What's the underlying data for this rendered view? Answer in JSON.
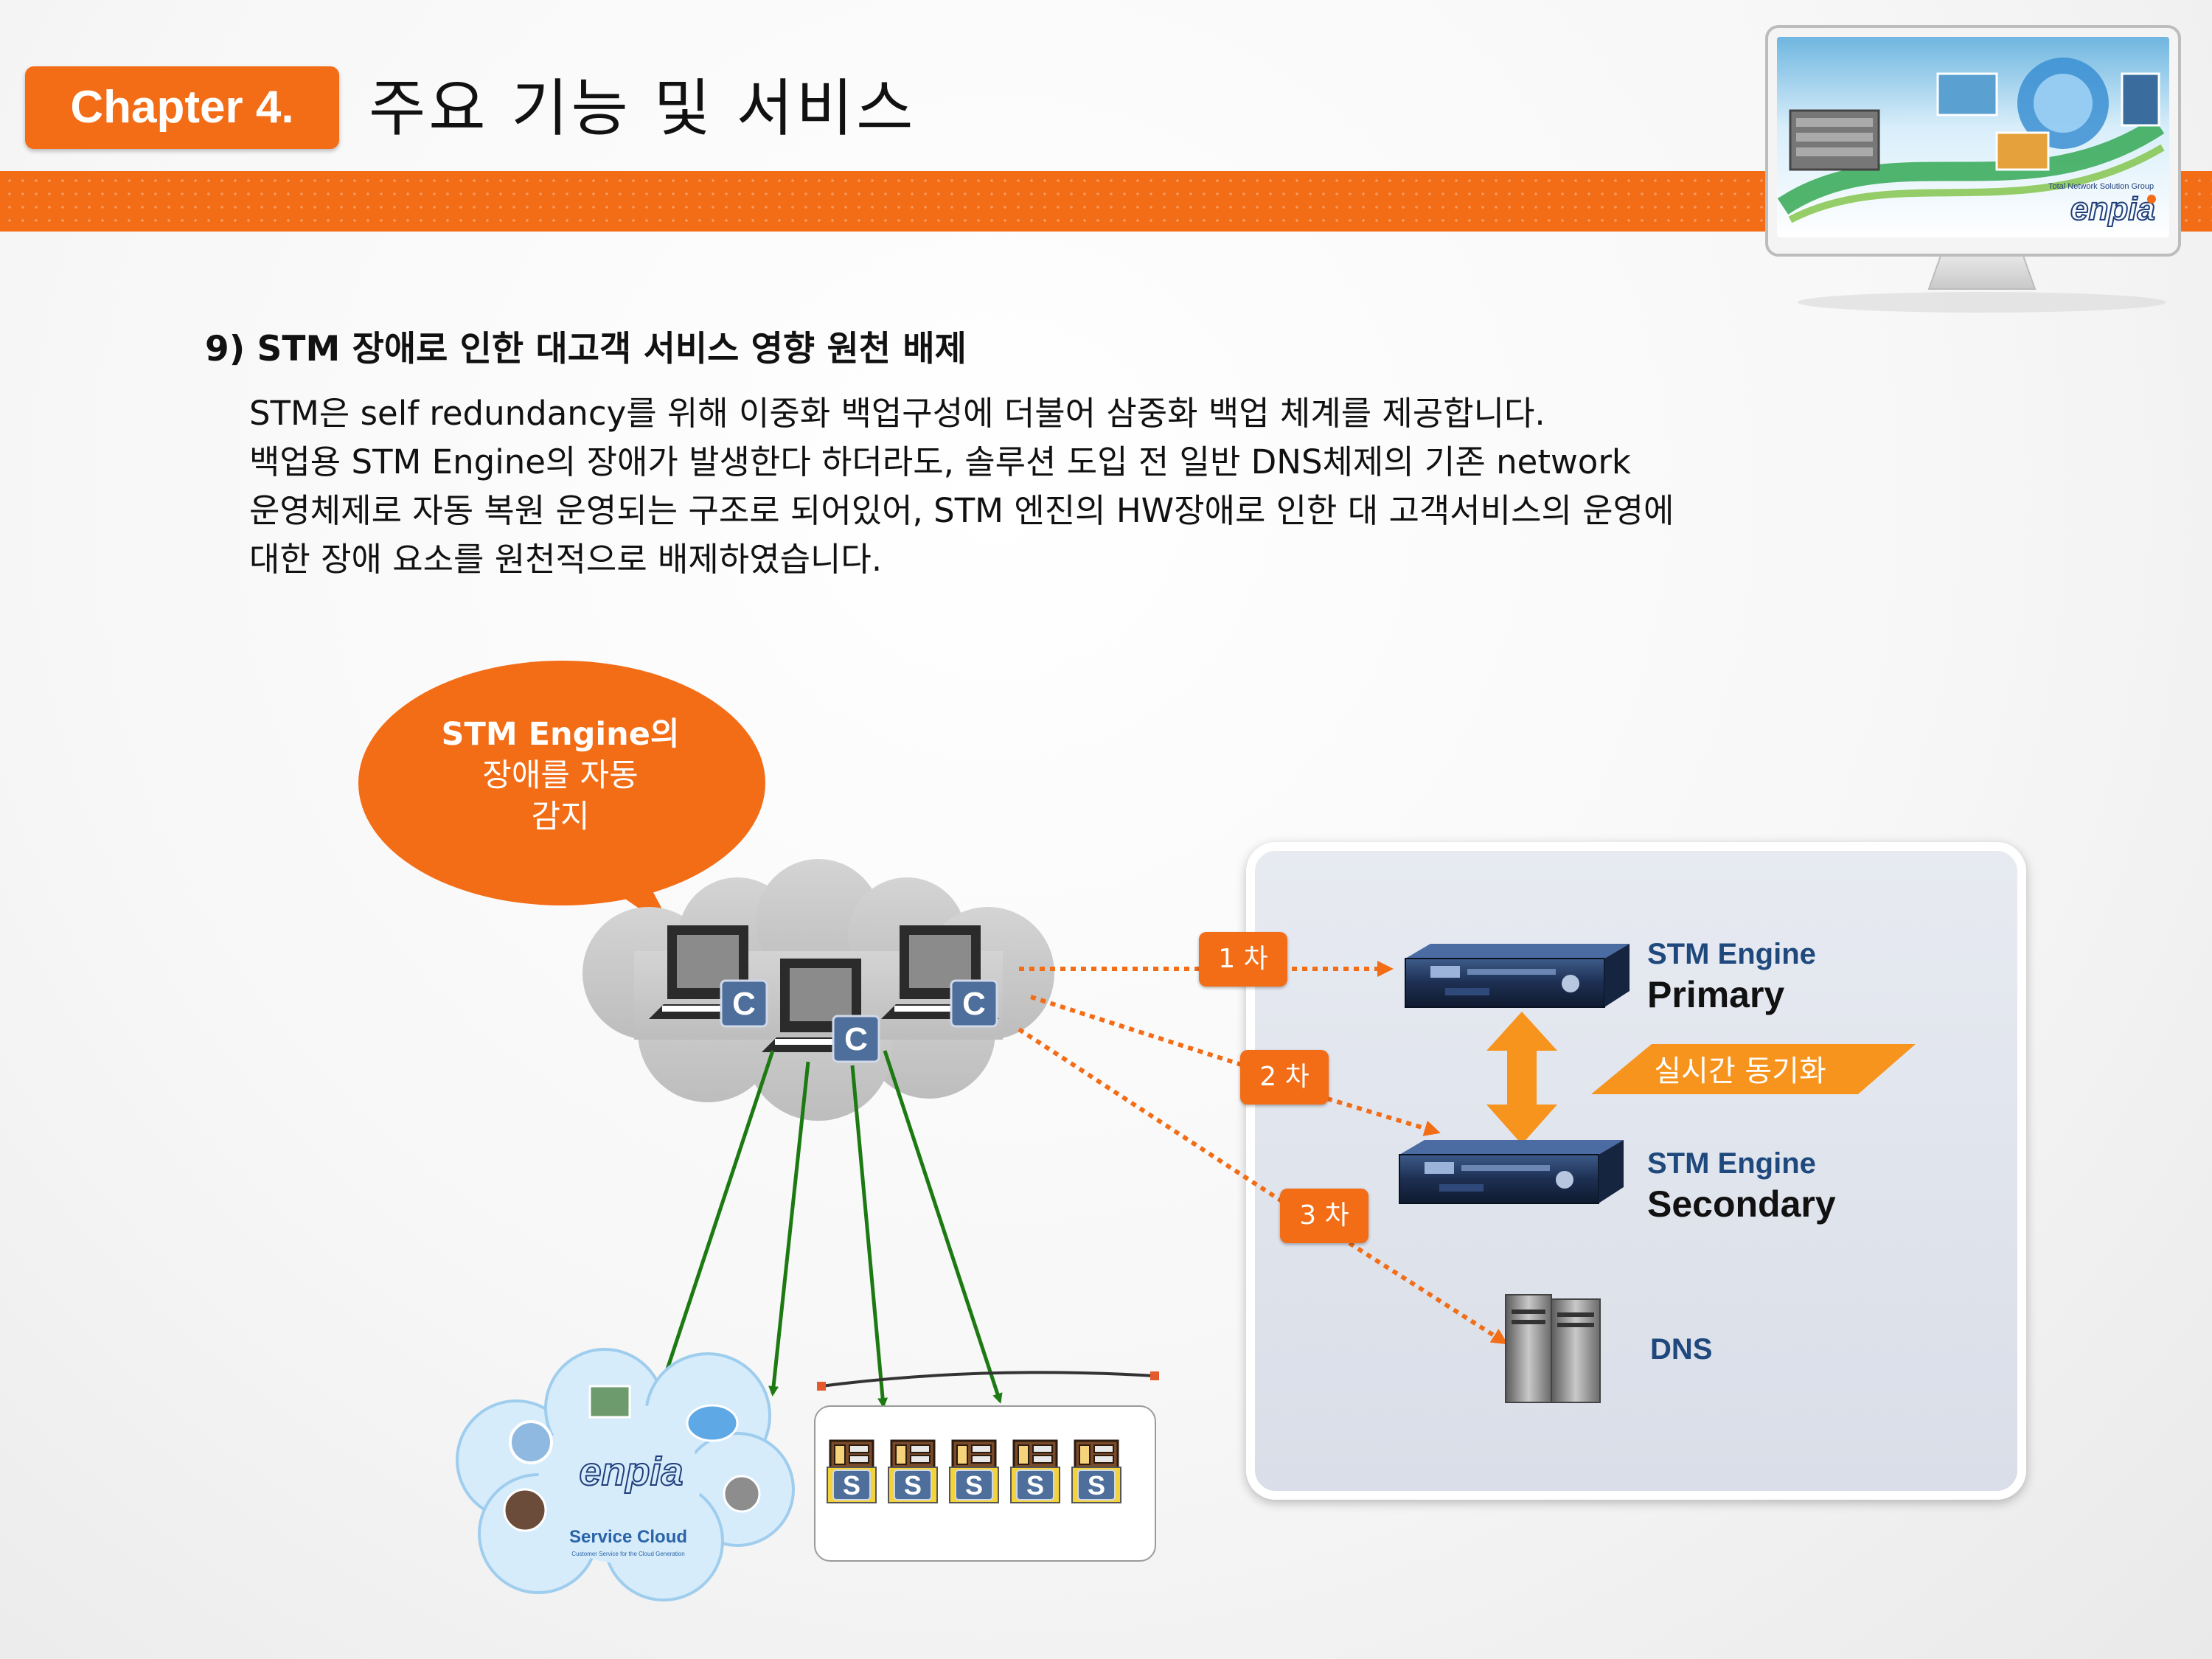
{
  "header": {
    "chapter": "Chapter 4.",
    "title": "주요 기능 및 서비스"
  },
  "section": {
    "heading": "9) STM 장애로 인한 대고객 서비스 영향 원천 배제",
    "paragraph": [
      "STM은 self redundancy를 위해 이중화 백업구성에 더불어 삼중화 백업 체계를 제공합니다.",
      "백업용 STM Engine의 장애가 발생한다 하더라도, 솔루션 도입 전 일반 DNS체제의 기존 network",
      "운영체제로 자동 복원 운영되는 구조로 되어있어, STM 엔진의 HW장애로 인한 대 고객서비스의 운영에",
      "대한 장애 요소를 원천적으로 배제하였습니다."
    ]
  },
  "diagram": {
    "speech": [
      "STM Engine의",
      "장애를 자동",
      "감지"
    ],
    "client_label": "C",
    "server_label": "S",
    "steps": [
      "1 차",
      "2 차",
      "3 차"
    ],
    "primary": {
      "top": "STM Engine",
      "main": "Primary"
    },
    "secondary": {
      "top": "STM Engine",
      "main": "Secondary"
    },
    "sync": "실시간 동기화",
    "dns": "DNS",
    "cloud_logo": "enpia",
    "cloud_title": "Service Cloud",
    "cloud_subtitle": "Customer Service for the Cloud Generation",
    "monitor_logo": "enpia",
    "monitor_tagline": "Total Network Solution Group"
  },
  "colors": {
    "accent": "#f36c16",
    "green_arrow": "#1d7a12",
    "engine_blue": "#1f497d",
    "sync_orange": "#f7941d"
  }
}
